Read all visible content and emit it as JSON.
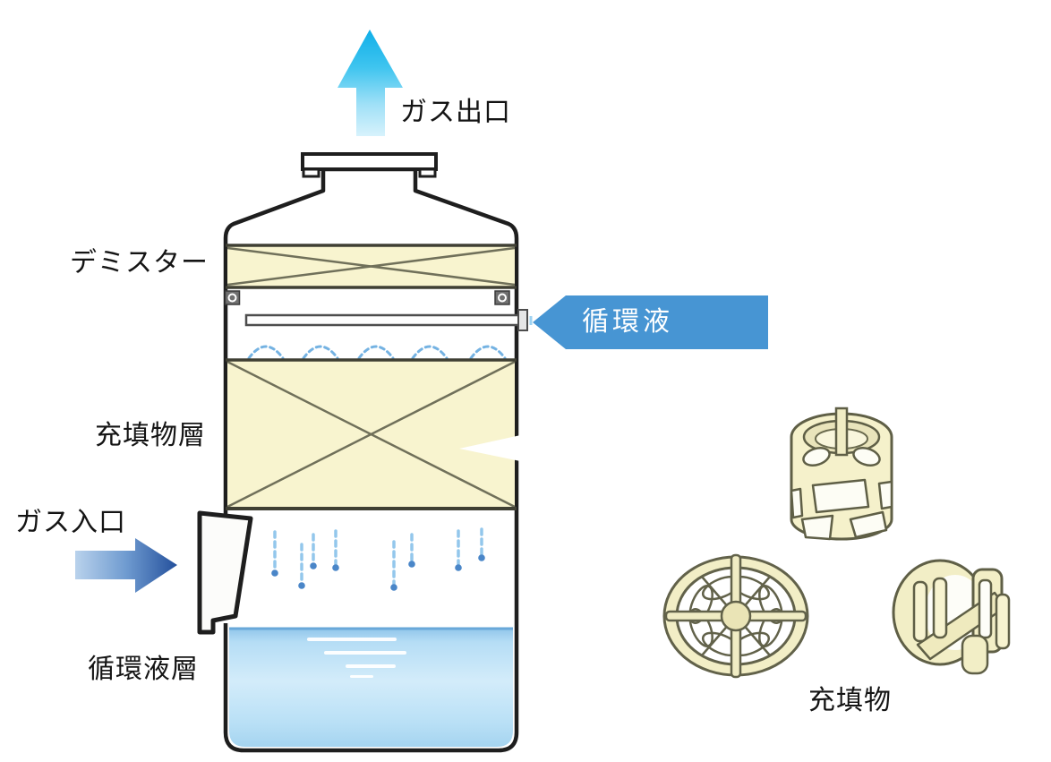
{
  "diagram": {
    "type": "packed-tower-gas-scrubber",
    "labels": {
      "gas_outlet": "ガス出口",
      "demister": "デミスター",
      "circulating_liquid": "循環液",
      "packing_layer": "充填物層",
      "gas_inlet": "ガス入口",
      "circulating_liquid_layer": "循環液層",
      "packing": "充填物"
    },
    "packing_sample_icons": [
      "pall-ring-icon",
      "wheel-ring-icon",
      "saddle-ring-icon"
    ],
    "colors": {
      "outlet_arrow_cyan": "#10afe9",
      "inlet_arrow_blue": "#24509c",
      "banner_blue": "#4795d3",
      "band_yellow": "#f8f4cf",
      "liquid_blue": "#aed9f3",
      "spray_blue": "#74b2e2",
      "droplet_blue": "#4a86c8",
      "packing_cream": "#f2eec6",
      "outline_dark": "#1e1e1e"
    }
  }
}
